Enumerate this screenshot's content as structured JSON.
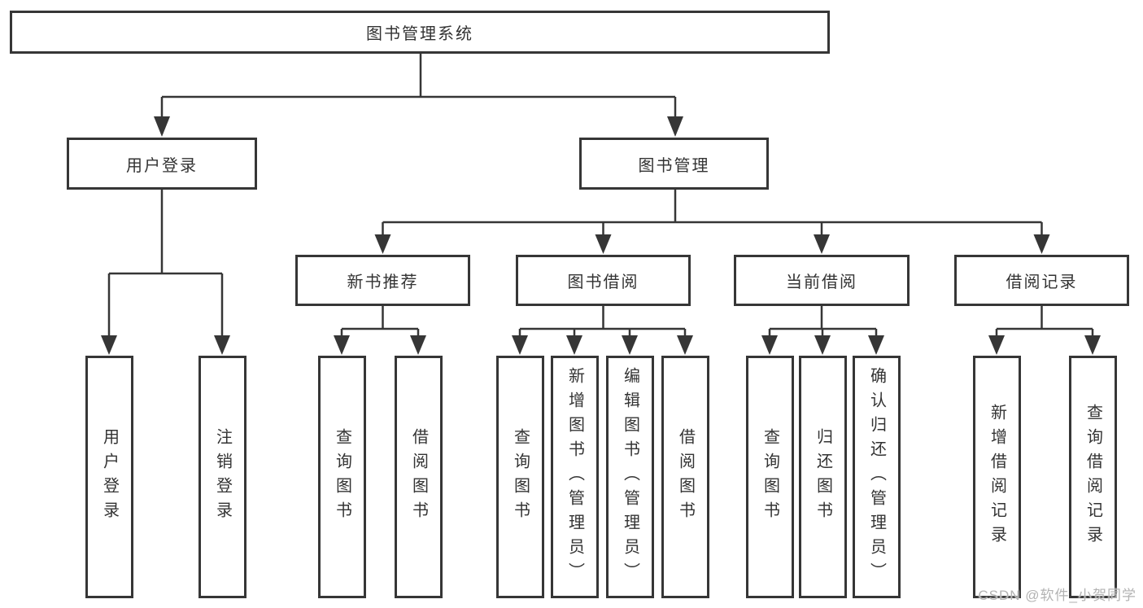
{
  "diagram": {
    "title": "图书管理系统",
    "root": {
      "label": "图书管理系统"
    },
    "level1": [
      {
        "id": "user-login",
        "label": "用户登录"
      },
      {
        "id": "book-management",
        "label": "图书管理"
      }
    ],
    "level2": [
      {
        "id": "new-book-recommend",
        "label": "新书推荐"
      },
      {
        "id": "book-borrow",
        "label": "图书借阅"
      },
      {
        "id": "current-borrow",
        "label": "当前借阅"
      },
      {
        "id": "borrow-records",
        "label": "借阅记录"
      }
    ],
    "leaves": {
      "user_login": [
        {
          "label": "用户登录"
        },
        {
          "label": "注销登录"
        }
      ],
      "new_book_recommend": [
        {
          "label": "查询图书"
        },
        {
          "label": "借阅图书"
        }
      ],
      "book_borrow": [
        {
          "label": "查询图书"
        },
        {
          "label": "新增图书（管理员）"
        },
        {
          "label": "编辑图书（管理员）"
        },
        {
          "label": "借阅图书"
        }
      ],
      "current_borrow": [
        {
          "label": "查询图书"
        },
        {
          "label": "归还图书"
        },
        {
          "label": "确认归还（管理员）"
        }
      ],
      "borrow_records": [
        {
          "label": "新增借阅记录"
        },
        {
          "label": "查询借阅记录"
        }
      ]
    },
    "colors": {
      "line": "#363636",
      "text": "#333333",
      "box_background": "#ffffff",
      "watermark": "#b3b3b3"
    },
    "watermark": "CSDN @软件_小贺同学"
  }
}
